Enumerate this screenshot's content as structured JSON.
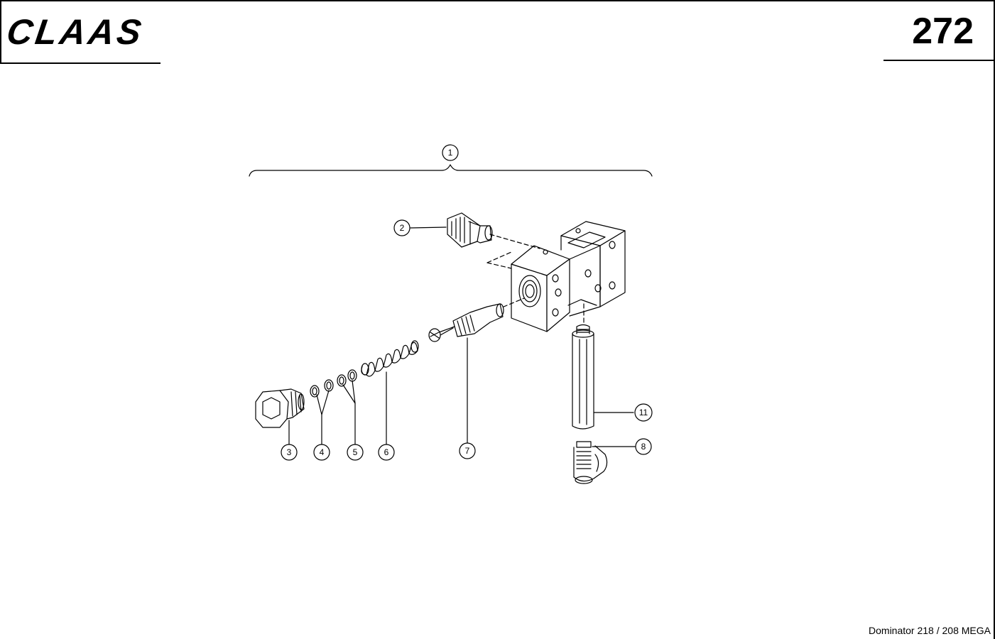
{
  "header": {
    "logo_text": "CLAAS",
    "page_number": "272"
  },
  "footer": {
    "model_text": "Dominator 218 / 208 MEGA"
  },
  "diagram": {
    "callouts": {
      "c1": "1",
      "c2": "2",
      "c3": "3",
      "c4": "4",
      "c5": "5",
      "c6": "6",
      "c7": "7",
      "c8": "8",
      "c11": "11"
    }
  }
}
